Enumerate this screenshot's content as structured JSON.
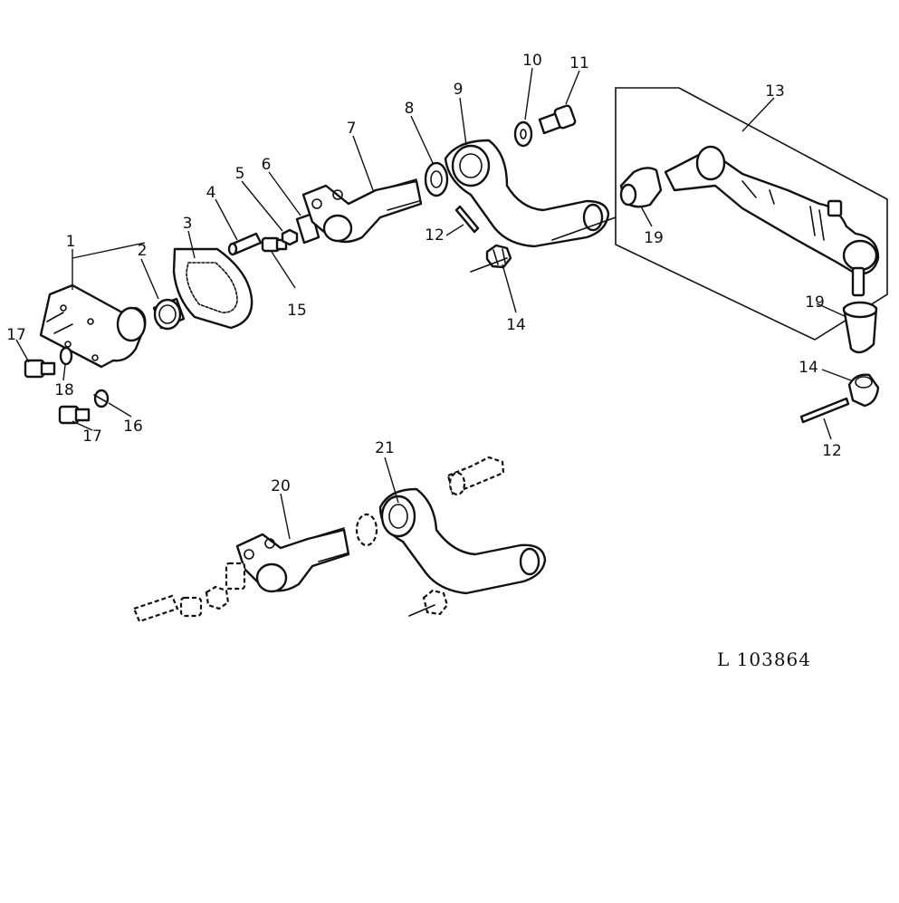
{
  "figure": {
    "reference_code": "L 103864",
    "callouts": [
      "1",
      "2",
      "3",
      "4",
      "5",
      "6",
      "7",
      "8",
      "9",
      "10",
      "11",
      "12",
      "13",
      "14",
      "15",
      "16",
      "17",
      "18",
      "19",
      "20",
      "21"
    ],
    "repeated_callouts": {
      "12_upper": "12",
      "12_lower": "12",
      "14_upper": "14",
      "14_lower": "14",
      "17_upper": "17",
      "17_lower": "17",
      "19_upper": "19",
      "19_lower": "19"
    }
  }
}
